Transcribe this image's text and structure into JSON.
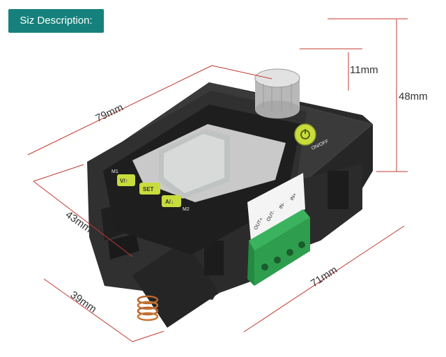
{
  "badge": {
    "label": "Siz Description:"
  },
  "dimensions": {
    "depth": "79mm",
    "knob_height": "11mm",
    "height": "48mm",
    "width_front": "43mm",
    "width_rear": "71mm",
    "body_depth": "39mm"
  },
  "device": {
    "button_m1": "M1",
    "button_vi": "V/↑",
    "button_set": "SET",
    "button_ai": "A/↓",
    "button_m2": "M2",
    "side_text": "ON/OFF",
    "terminal_labels": [
      "IN+",
      "IN-",
      "OUT-",
      "OUT+"
    ]
  },
  "colors": {
    "badge": "#16817c",
    "body": "#2c2c2c",
    "button": "#c8dc3c",
    "terminal": "#2e9e4e",
    "line": "#c0392b"
  }
}
